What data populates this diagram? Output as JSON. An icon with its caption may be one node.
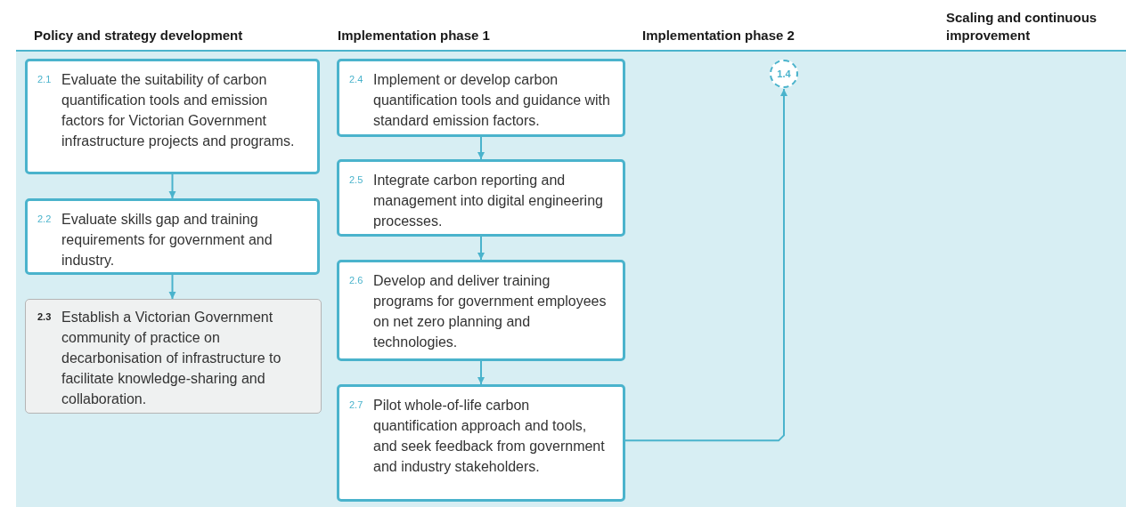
{
  "diagram": {
    "nodes": [
      {
        "text": [
          "2.1",
          "Evaluate the suitability of carbon quantification tools and emission factors for Victorian Government infrastructure projects and programs."
        ]
      },
      {
        "text": [
          "2.2",
          "Evaluate skills gap and training requirements for government and industry."
        ]
      },
      {
        "text": [
          "2.3",
          "Establish a Victorian Government community of practice on decarbonisation of infrastructure to facilitate knowledge-sharing and collaboration."
        ]
      },
      {
        "text": [
          "2.4",
          "Implement or develop carbon quantification tools and guidance with standard emission factors."
        ]
      },
      {
        "text": [
          "2.5",
          "Integrate carbon reporting and management into digital engineering processes."
        ]
      },
      {
        "text": [
          "2.6",
          "Develop and deliver training programs for government employees on net zero planning and technologies."
        ]
      },
      {
        "text": [
          "2.7",
          "Pilot whole-of-life carbon quantification approach and tools, and seek feedback from government and industry stakeholders."
        ]
      },
      {
        "text": [
          "1.4"
        ]
      }
    ],
    "edges": [
      {
        "from": 0,
        "to": 1,
        "arrow": "to"
      },
      {
        "from": 1,
        "to": 2,
        "arrow": "to"
      },
      {
        "from": 3,
        "to": 4,
        "arrow": "to"
      },
      {
        "from": 4,
        "to": 5,
        "arrow": "to"
      },
      {
        "from": 5,
        "to": 6,
        "arrow": "to"
      },
      {
        "from": 6,
        "to": 7,
        "arrow": "to"
      }
    ],
    "labels": [
      "Policy and strategy development",
      "Implementation phase 1",
      "Implementation phase 2",
      "Scaling and continuous improvement"
    ]
  }
}
